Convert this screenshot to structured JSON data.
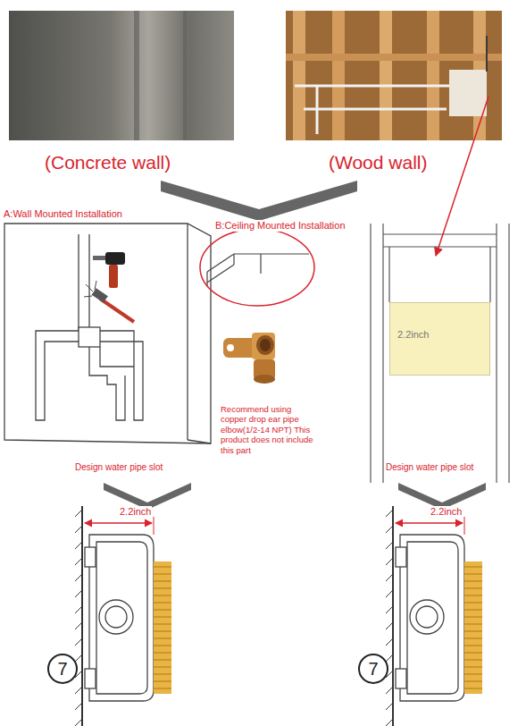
{
  "diagram": {
    "nodes": [
      {
        "text": [
          "A:Wall Mounted Installation"
        ]
      },
      {
        "text": [
          "B:Ceiling Mounted Installation"
        ]
      },
      {
        "text": [
          "2.2inch"
        ]
      }
    ],
    "labels": [
      "(Concrete wall)",
      "(Wood wall)",
      "Recommend using copper drop ear pipe elbow(1/2-14 NPT) This product does not include this part",
      "Design water pipe slot",
      "Design water pipe slot",
      "2.2inch",
      "2.2inch",
      "7",
      "7"
    ]
  }
}
